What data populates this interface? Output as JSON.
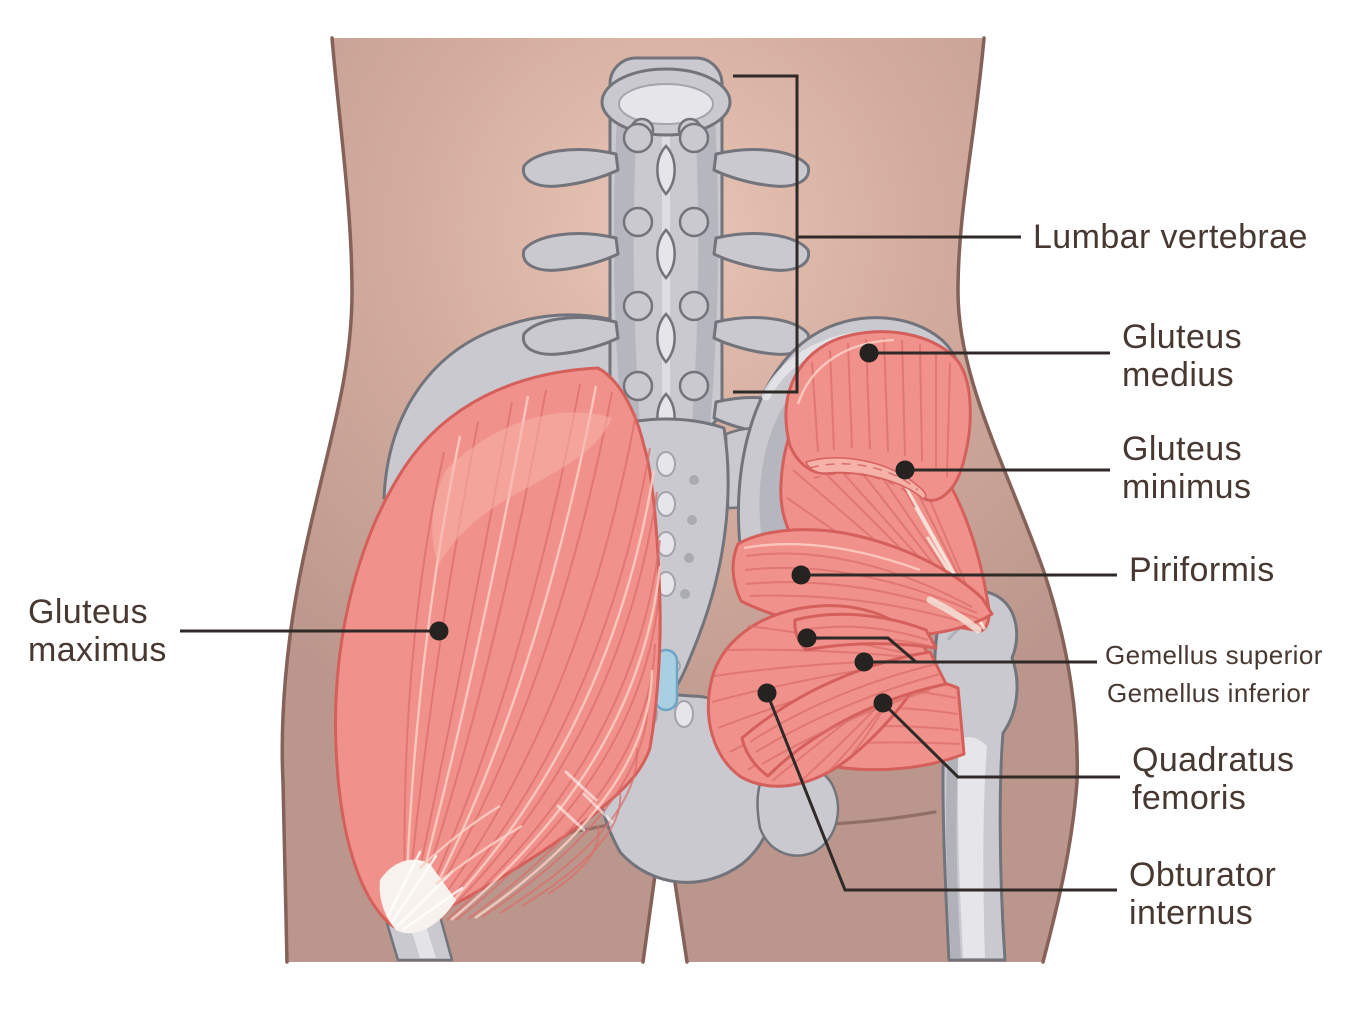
{
  "diagram": {
    "labels": {
      "lumbar_vertebrae": "Lumbar vertebrae",
      "gluteus_medius": "Gluteus\nmedius",
      "gluteus_minimus": "Gluteus\nminimus",
      "piriformis": "Piriformis",
      "gemellus_superior": "Gemellus superior",
      "gemellus_inferior": "Gemellus inferior",
      "quadratus_femoris": "Quadratus\nfemoris",
      "obturator_internus": "Obturator\ninternus",
      "gluteus_maximus": "Gluteus\nmaximus"
    },
    "colors": {
      "background": "#ffffff",
      "skin": "#c09a90",
      "skin_light": "#e9c6b7",
      "skin_outline": "#84625a",
      "skin_crease": "#8d6a60",
      "muscle": "#f1918b",
      "muscle_light": "#f7b5ab",
      "muscle_outline": "#d45f5b",
      "muscle_fiber": "#d96f6b",
      "muscle_fiber_light": "#fbcfc5",
      "tendon_white": "#f7f2ed",
      "bone": "#c9c9cf",
      "bone_light": "#e5e5ea",
      "bone_shadow": "#a4a4ad",
      "bone_outline": "#73737c",
      "ligament_blue": "#a9cfe2",
      "ligament_blue_outline": "#6fa4c3",
      "leader_line": "#2f2a27",
      "leader_dot": "#262220",
      "label_text": "#473931"
    }
  }
}
